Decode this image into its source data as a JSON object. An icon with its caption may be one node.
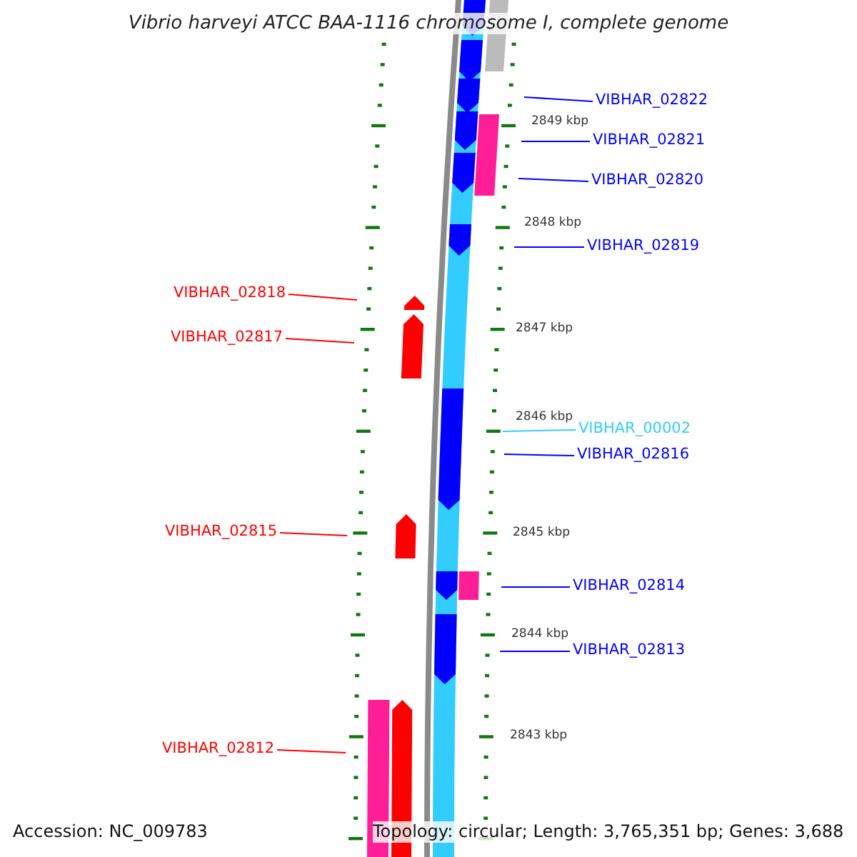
{
  "diagram": {
    "title": "Vibrio harveyi ATCC BAA-1116 chromosome I, complete genome",
    "nodes": [
      {
        "text": [
          "VIBHAR_02822"
        ]
      },
      {
        "text": [
          "VIBHAR_02821"
        ]
      },
      {
        "text": [
          "VIBHAR_02820"
        ]
      },
      {
        "text": [
          "VIBHAR_02819"
        ]
      },
      {
        "text": [
          "VIBHAR_02818"
        ]
      },
      {
        "text": [
          "VIBHAR_02817"
        ]
      },
      {
        "text": [
          "VIBHAR_00002"
        ]
      },
      {
        "text": [
          "VIBHAR_02816"
        ]
      },
      {
        "text": [
          "VIBHAR_02815"
        ]
      },
      {
        "text": [
          "VIBHAR_02814"
        ]
      },
      {
        "text": [
          "VIBHAR_02813"
        ]
      },
      {
        "text": [
          "VIBHAR_02812"
        ]
      }
    ],
    "edges": [
      {
        "from": 0,
        "to": null,
        "arrow": "none"
      },
      {
        "from": 1,
        "to": null,
        "arrow": "none"
      },
      {
        "from": 2,
        "to": null,
        "arrow": "none"
      },
      {
        "from": 3,
        "to": null,
        "arrow": "none"
      },
      {
        "from": 4,
        "to": null,
        "arrow": "none",
        "color": "#ff0000"
      },
      {
        "from": 5,
        "to": null,
        "arrow": "none",
        "color": "#ff0000"
      },
      {
        "from": 6,
        "to": null,
        "arrow": "none",
        "color": "#33ccff"
      },
      {
        "from": 7,
        "to": null,
        "arrow": "none"
      },
      {
        "from": 8,
        "to": null,
        "arrow": "none",
        "color": "#ff0000"
      },
      {
        "from": 9,
        "to": null,
        "arrow": "none"
      },
      {
        "from": 10,
        "to": null,
        "arrow": "none"
      },
      {
        "from": 11,
        "to": null,
        "arrow": "none",
        "color": "#ff0000"
      }
    ],
    "labels": [
      "2849 kbp",
      "2848 kbp",
      "2847 kbp",
      "2846 kbp",
      "2845 kbp",
      "2844 kbp",
      "2843 kbp",
      "Accession: NC_009783",
      "Topology: circular; Length: 3,765,351 bp; Genes: 3,688"
    ]
  }
}
